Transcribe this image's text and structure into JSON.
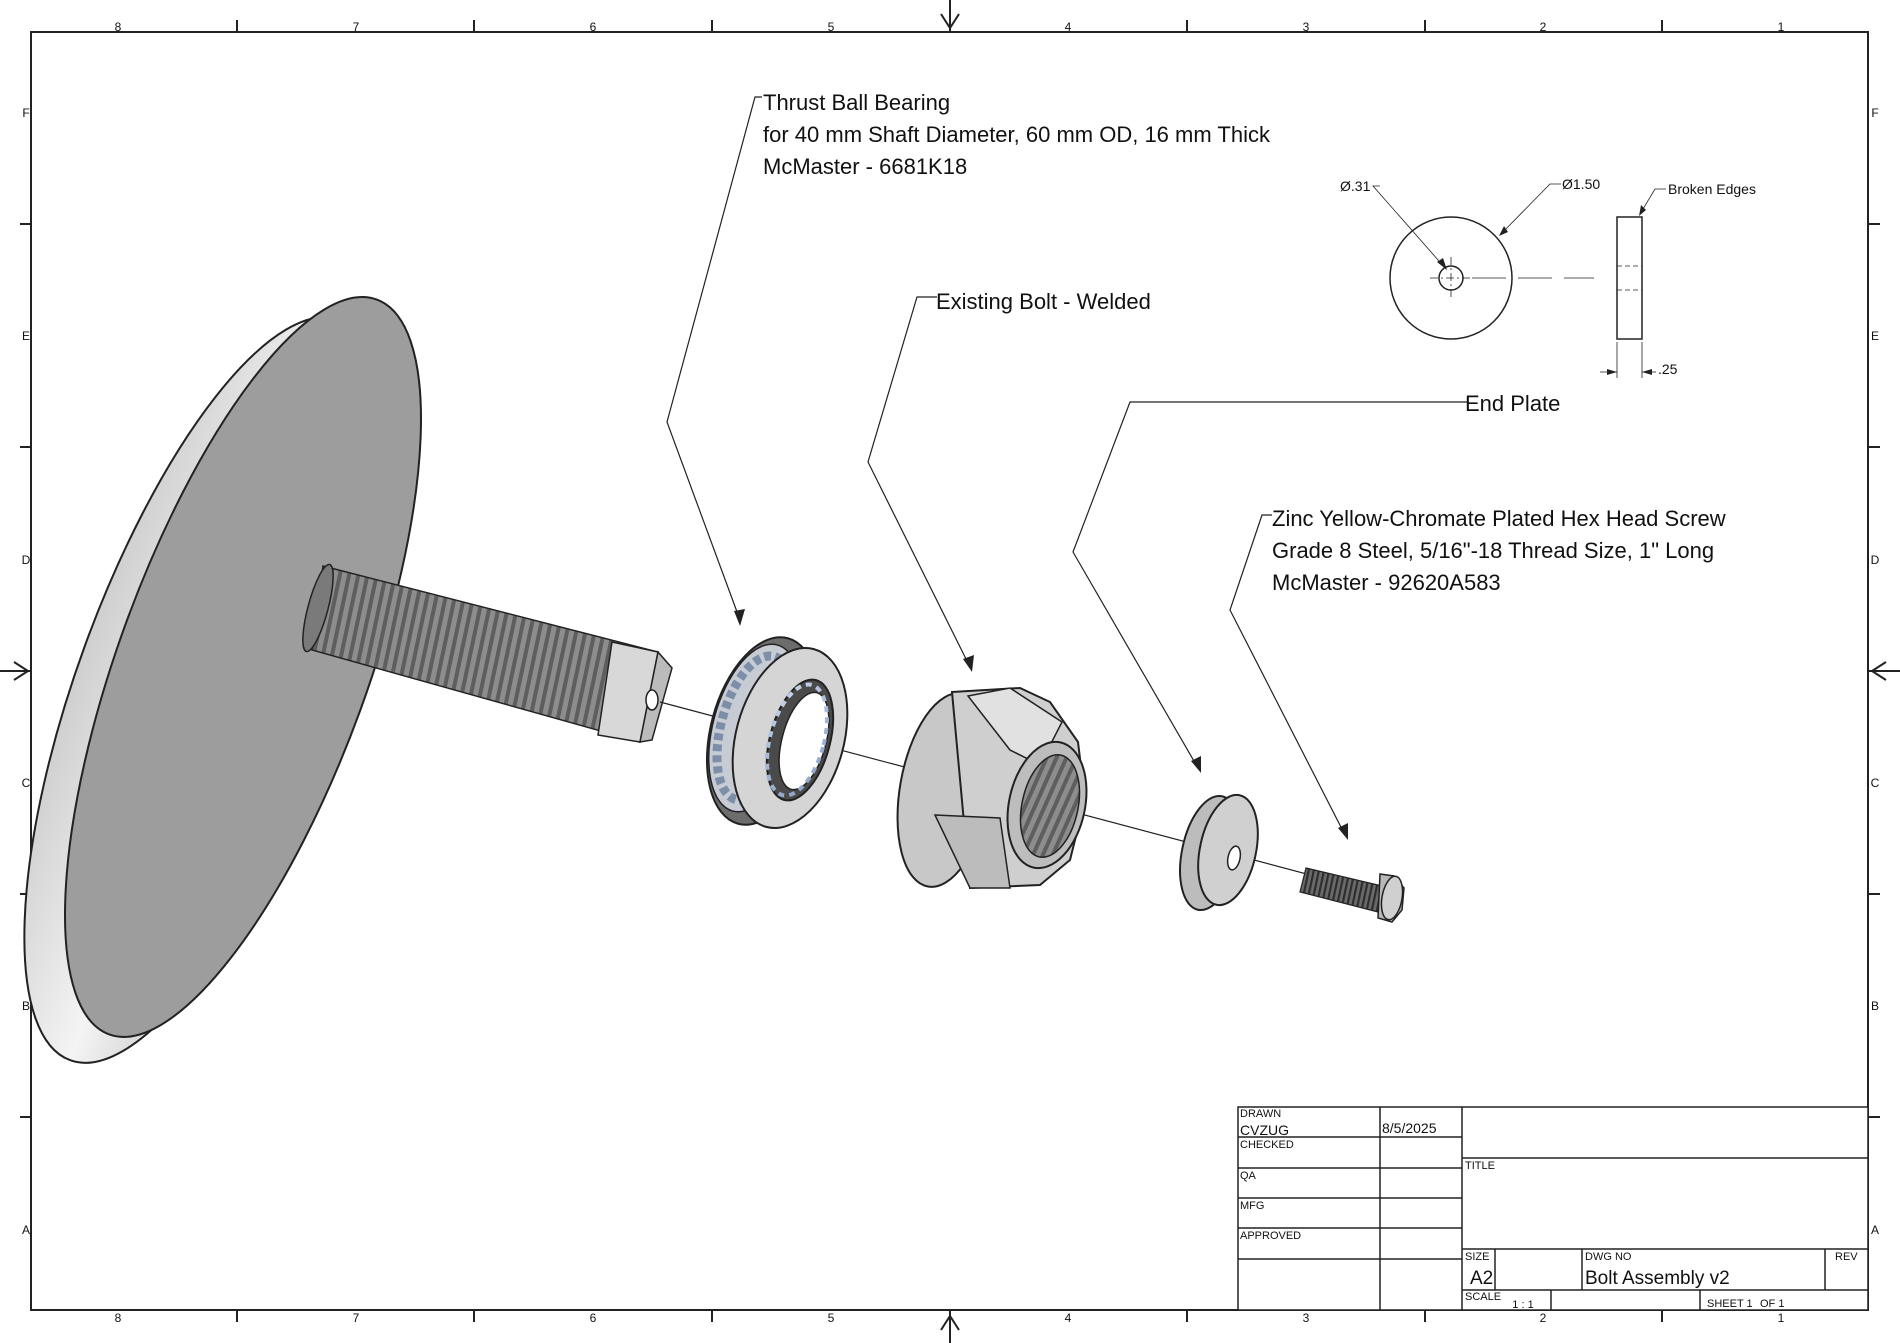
{
  "sheet": {
    "zones_top": [
      "8",
      "7",
      "6",
      "5",
      "4",
      "3",
      "2",
      "1"
    ],
    "zones_bottom": [
      "8",
      "7",
      "6",
      "5",
      "4",
      "3",
      "2",
      "1"
    ],
    "zones_left": [
      "F",
      "E",
      "D",
      "C",
      "B",
      "A"
    ],
    "zones_right": [
      "F",
      "E",
      "D",
      "C",
      "B",
      "A"
    ]
  },
  "callouts": {
    "bearing": {
      "line1": "Thrust Ball Bearing",
      "line2": "for 40 mm Shaft Diameter, 60 mm OD, 16 mm Thick",
      "line3": "McMaster - 6681K18"
    },
    "bolt": {
      "line1": "Existing Bolt - Welded"
    },
    "end_plate": {
      "line1": "End Plate"
    },
    "screw": {
      "line1": "Zinc Yellow-Chromate Plated Hex Head Screw",
      "line2": "Grade 8 Steel, 5/16\"-18 Thread Size, 1\" Long",
      "line3": "McMaster - 92620A583"
    }
  },
  "detail_view": {
    "hole_dia": "Ø.31",
    "outer_dia": "Ø1.50",
    "edges_note": "Broken Edges",
    "thickness": ".25"
  },
  "title_block": {
    "drawn_label": "DRAWN",
    "drawn_by": "CVZUG",
    "drawn_date": "8/5/2025",
    "checked_label": "CHECKED",
    "qa_label": "QA",
    "mfg_label": "MFG",
    "approved_label": "APPROVED",
    "title_label": "TITLE",
    "size_label": "SIZE",
    "size_value": "A2",
    "dwg_no_label": "DWG NO",
    "dwg_no_value": "Bolt Assembly v2",
    "rev_label": "REV",
    "scale_label": "SCALE",
    "scale_value": "1 : 1",
    "sheet_label": "SHEET 1",
    "sheet_of": "OF 1"
  }
}
